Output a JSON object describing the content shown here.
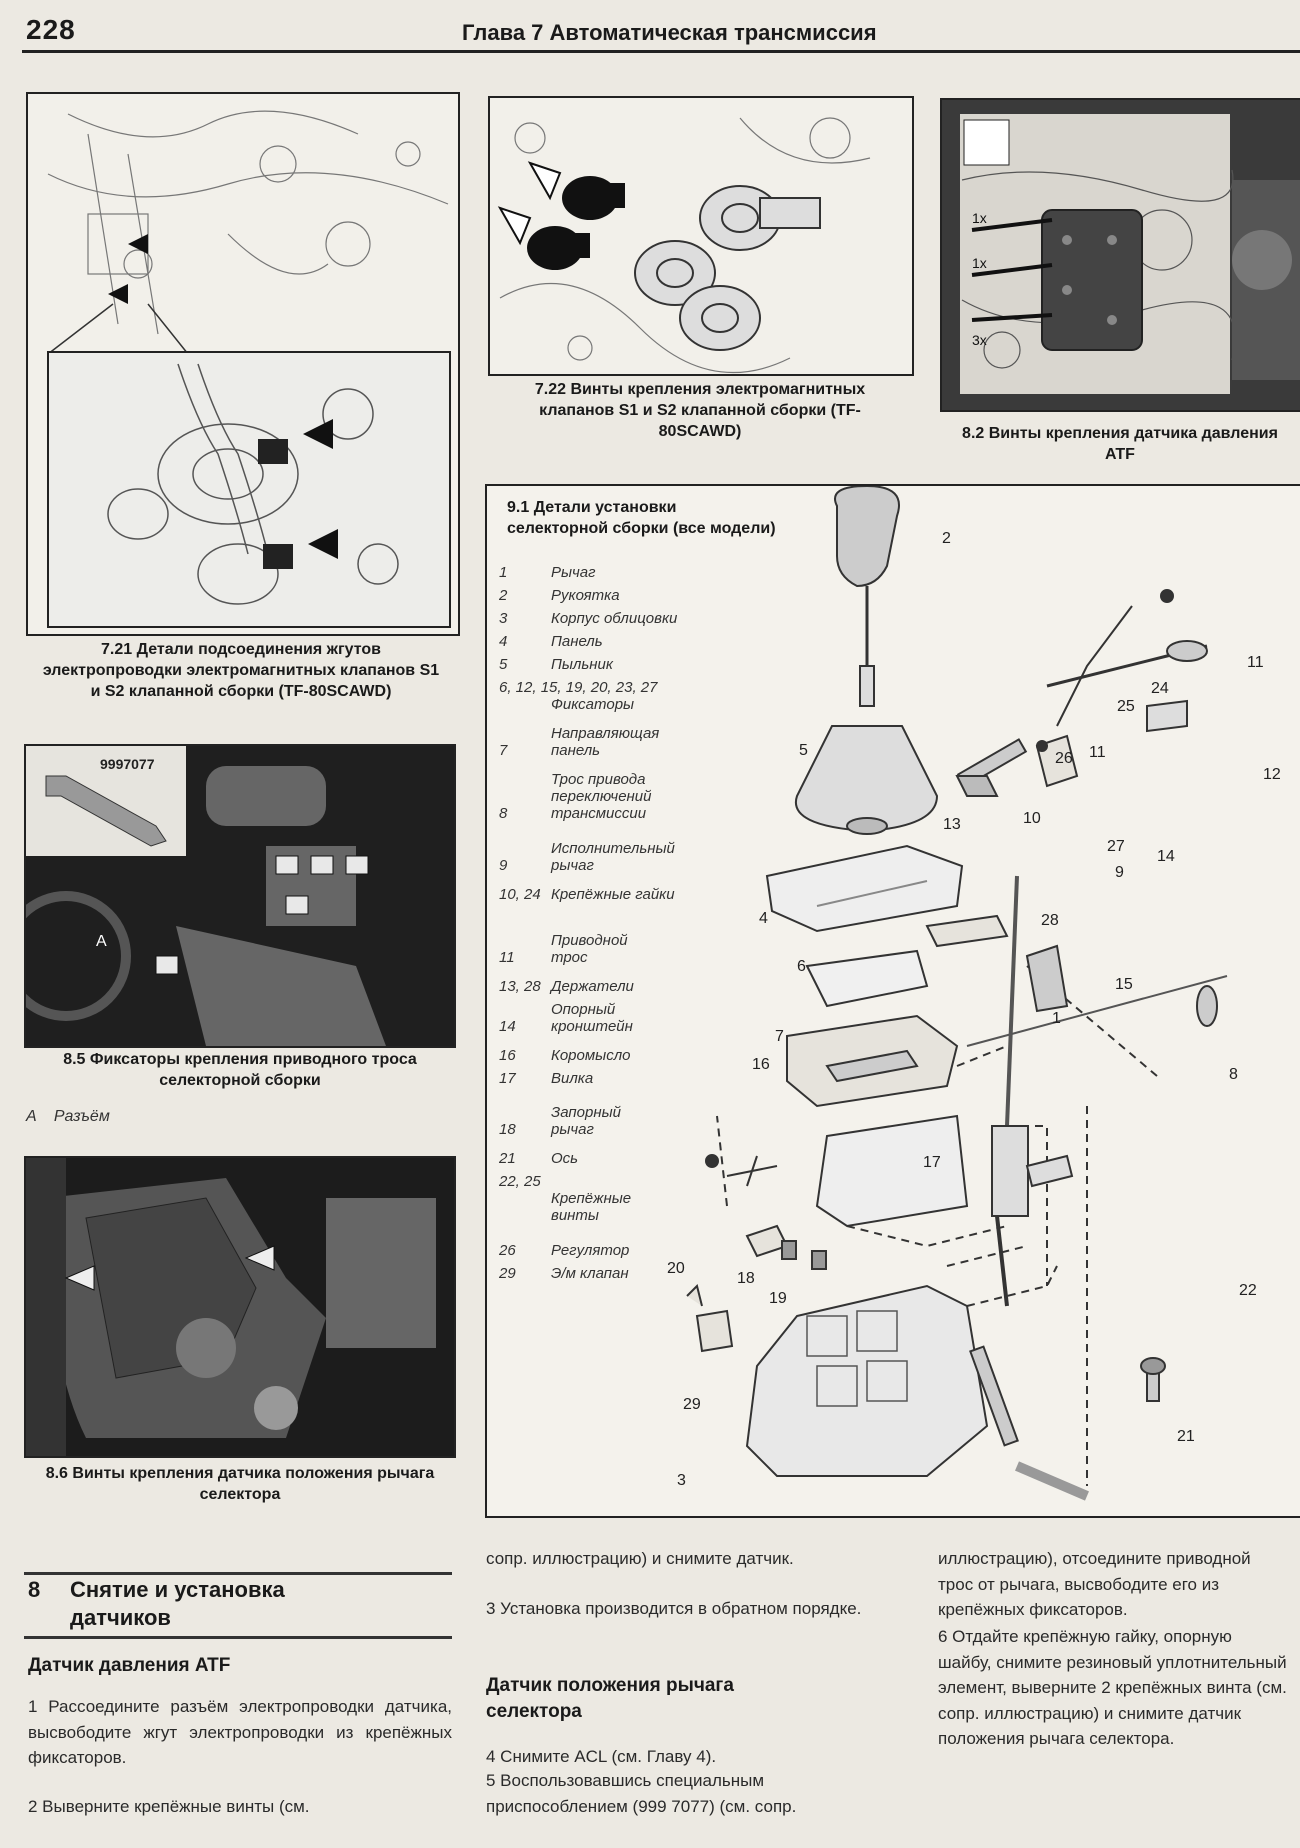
{
  "header": {
    "page_number": "228",
    "chapter_title": "Глава 7 Автоматическая трансмиссия"
  },
  "figures": {
    "f721": "7.21 Детали подсоединения жгутов электропроводки электромагнитных клапанов S1 и S2 клапанной сборки (TF-80SCAWD)",
    "f722": "7.22 Винты крепления электромагнитных клапанов S1 и S2 клапанной сборки (TF-80SCAWD)",
    "f82": "8.2 Винты крепления датчика давления ATF",
    "f85": "8.5 Фиксаторы крепления приводного троса селекторной сборки",
    "f85_tool_label": "9997077",
    "f85_legend": "A    Разъём",
    "f86": "8.6 Винты крепления датчика положения рычага селектора",
    "f91": "9.1 Детали установки селекторной сборки (все модели)",
    "f82_counts": [
      "1x",
      "1x",
      "3x"
    ]
  },
  "legend": [
    {
      "n": "1",
      "t": "Рычаг"
    },
    {
      "n": "2",
      "t": "Рукоятка"
    },
    {
      "n": "3",
      "t": "Корпус облицовки"
    },
    {
      "n": "4",
      "t": "Панель"
    },
    {
      "n": "5",
      "t": "Пыльник"
    },
    {
      "n": "6, 12, 15, 19, 20, 23, 27",
      "t": "Фиксаторы"
    },
    {
      "n": "7",
      "t": "Направляющая панель"
    },
    {
      "n": "8",
      "t": "Трос привода переключений трансмиссии"
    },
    {
      "n": "9",
      "t": "Исполнительный рычаг"
    },
    {
      "n": "10, 24",
      "t": "Крепёжные гайки"
    },
    {
      "n": "11",
      "t": "Приводной трос"
    },
    {
      "n": "13, 28",
      "t": "Держатели"
    },
    {
      "n": "14",
      "t": "Опорный кронштейн"
    },
    {
      "n": "16",
      "t": "Коромысло"
    },
    {
      "n": "17",
      "t": "Вилка"
    },
    {
      "n": "18",
      "t": "Запорный рычаг"
    },
    {
      "n": "21",
      "t": "Ось"
    },
    {
      "n": "22, 25",
      "t": "Крепёжные винты"
    },
    {
      "n": "26",
      "t": "Регулятор"
    },
    {
      "n": "29",
      "t": "Э/м клапан"
    }
  ],
  "callouts": [
    "2",
    "5",
    "13",
    "4",
    "28",
    "6",
    "7",
    "16",
    "17",
    "18",
    "19",
    "20",
    "29",
    "3",
    "1",
    "11",
    "24",
    "25",
    "26",
    "11",
    "12",
    "10",
    "27",
    "14",
    "9",
    "15",
    "8",
    "22",
    "21"
  ],
  "section8": {
    "number": "8",
    "title_line1": "Снятие и установка",
    "title_line2": "датчиков",
    "sub1": "Датчик давления ATF",
    "p1": "1   Рассоедините разъём электропроводки датчика, высвободите жгут электропроводки из крепёжных фиксаторов.",
    "p2": "2   Выверните крепёжные винты (см.",
    "col2_p1": "сопр. иллюстрацию) и снимите датчик.",
    "col2_p2": "3   Установка производится в обратном порядке.",
    "sub2_line1": "Датчик положения рычага",
    "sub2_line2": "селектора",
    "col2_p3": "4   Снимите ACL (см. Главу 4).",
    "col2_p4": "5   Воспользовавшись специальным приспособлением (999 7077) (см. сопр.",
    "col3_p1": "иллюстрацию), отсоедините приводной трос от рычага, высвободите его из крепёжных фиксаторов.",
    "col3_p2": "6   Отдайте крепёжную гайку, опорную шайбу, снимите резиновый уплотнительный элемент, выверните 2 крепёжных винта (см. сопр. иллюстрацию) и снимите датчик положения рычага селектора."
  }
}
